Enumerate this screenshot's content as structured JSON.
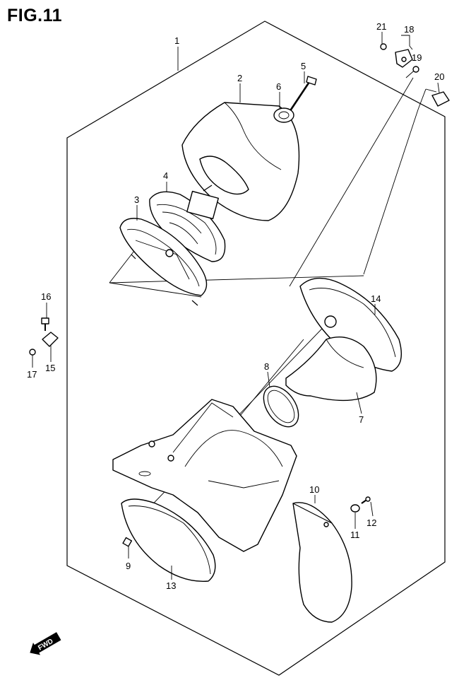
{
  "figure": {
    "title": "FIG.11",
    "direction_label": "FWD"
  },
  "callouts": [
    {
      "id": "1"
    },
    {
      "id": "2"
    },
    {
      "id": "3"
    },
    {
      "id": "4"
    },
    {
      "id": "5"
    },
    {
      "id": "6"
    },
    {
      "id": "7"
    },
    {
      "id": "8"
    },
    {
      "id": "9"
    },
    {
      "id": "10"
    },
    {
      "id": "11"
    },
    {
      "id": "12"
    },
    {
      "id": "13"
    },
    {
      "id": "14"
    },
    {
      "id": "15"
    },
    {
      "id": "16"
    },
    {
      "id": "17"
    },
    {
      "id": "18"
    },
    {
      "id": "19"
    },
    {
      "id": "20"
    },
    {
      "id": "21"
    }
  ]
}
